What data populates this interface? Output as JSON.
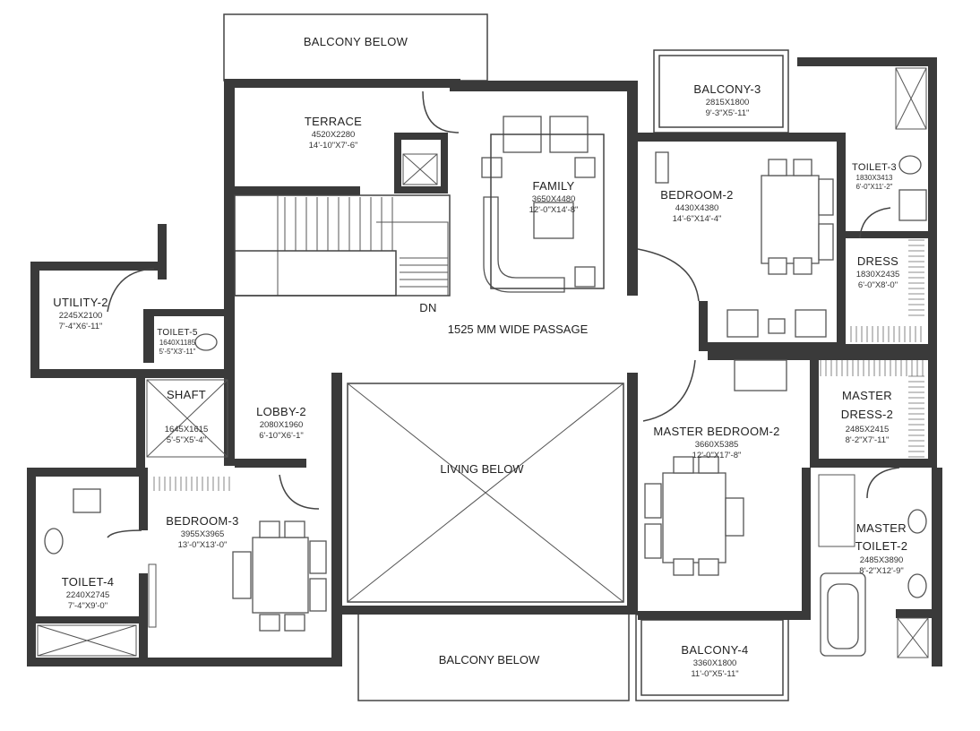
{
  "labels": {
    "balcony_below_top": "BALCONY BELOW",
    "terrace": {
      "name": "TERRACE",
      "mm": "4520X2280",
      "ft": "14'-10\"X7'-6\""
    },
    "family": {
      "name": "FAMILY",
      "mm": "3650X4480",
      "ft": "12'-0\"X14'-8\""
    },
    "balcony3": {
      "name": "BALCONY-3",
      "mm": "2815X1800",
      "ft": "9'-3\"X5'-11\""
    },
    "bedroom2": {
      "name": "BEDROOM-2",
      "mm": "4430X4380",
      "ft": "14'-6\"X14'-4\""
    },
    "toilet3": {
      "name": "TOILET-3",
      "mm": "1830X3413",
      "ft": "6'-0\"X11'-2\""
    },
    "dress": {
      "name": "DRESS",
      "mm": "1830X2435",
      "ft": "6'-0\"X8'-0\""
    },
    "utility2": {
      "name": "UTILITY-2",
      "mm": "2245X2100",
      "ft": "7'-4\"X6'-11\""
    },
    "toilet5": {
      "name": "TOILET-5",
      "mm": "1640X1185",
      "ft": "5'-5\"X3'-11\""
    },
    "dn": "DN",
    "passage": "1525 MM WIDE PASSAGE",
    "shaft": {
      "name": "SHAFT",
      "mm": "1645X1615",
      "ft": "5'-5\"X5'-4\""
    },
    "lobby2": {
      "name": "LOBBY-2",
      "mm": "2080X1960",
      "ft": "6'-10\"X6'-1\""
    },
    "living_below": "LIVING BELOW",
    "master_bedroom2": {
      "name": "MASTER BEDROOM-2",
      "mm": "3660X5385",
      "ft": "12'-0\"X17'-8\""
    },
    "master_dress2": {
      "name1": "MASTER",
      "name2": "DRESS-2",
      "mm": "2485X2415",
      "ft": "8'-2\"X7'-11\""
    },
    "master_toilet2": {
      "name1": "MASTER",
      "name2": "TOILET-2",
      "mm": "2485X3890",
      "ft": "8'-2\"X12'-9\""
    },
    "bedroom3": {
      "name": "BEDROOM-3",
      "mm": "3955X3965",
      "ft": "13'-0\"X13'-0\""
    },
    "toilet4": {
      "name": "TOILET-4",
      "mm": "2240X2745",
      "ft": "7'-4\"X9'-0\""
    },
    "balcony_below_bottom": "BALCONY BELOW",
    "balcony4": {
      "name": "BALCONY-4",
      "mm": "3360X1800",
      "ft": "11'-0\"X5'-11\""
    }
  }
}
